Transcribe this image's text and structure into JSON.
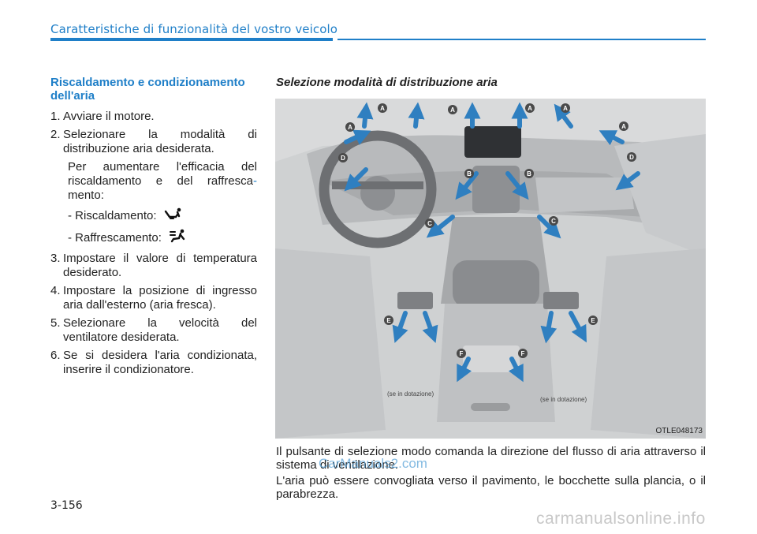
{
  "header": {
    "title": "Caratteristiche di funzionalità del vostro veicolo"
  },
  "left": {
    "heading": "Riscaldamento e condizionamento dell'aria",
    "steps": [
      {
        "num": "1.",
        "text": "Avviare il motore."
      },
      {
        "num": "2.",
        "text": "Selezionare la modalità di distribuzione aria desiderata."
      },
      {
        "num": "3.",
        "text": "Impostare il valore di temperatura desiderato."
      },
      {
        "num": "4.",
        "text": "Impostare la posizione di ingresso aria dall'esterno (aria fresca)."
      },
      {
        "num": "5.",
        "text": "Selezionare la velocità del ventilatore desiderata."
      },
      {
        "num": "6.",
        "text": "Se si desidera l'aria condizionata, inserire il condizionatore."
      }
    ],
    "note_main": "Per aumentare l'efficacia del riscaldamento e del raffresca",
    "note_hyphen": "-",
    "note_tail": "mento:",
    "heating_label": "- Riscaldamento:",
    "cooling_label": "- Raffrescamento:",
    "heating_icon": "seat-feet-airflow-icon",
    "cooling_icon": "seat-face-airflow-icon"
  },
  "right": {
    "heading": "Selezione modalità di distribuzione aria",
    "figure": {
      "code": "OTLE048173",
      "tag_left": "(se in dotazione)",
      "tag_right": "(se in dotazione)",
      "vent_letters": [
        "A",
        "B",
        "C",
        "D",
        "E",
        "F"
      ]
    },
    "para1": "Il pulsante di selezione modo comanda la direzione del flusso di aria attraverso il sistema di ventilazione.",
    "para2": "L'aria può essere convogliata verso il pavimento, le bocchette sulla plancia, o il parabrezza."
  },
  "footer": {
    "page_number": "3-156",
    "watermark1": "CarManuals2.com",
    "watermark2": "carmanualsonline.info"
  },
  "colors": {
    "accent": "#1f7fc8",
    "arrow": "#2f7fc0",
    "badge": "#4a4a4a"
  }
}
